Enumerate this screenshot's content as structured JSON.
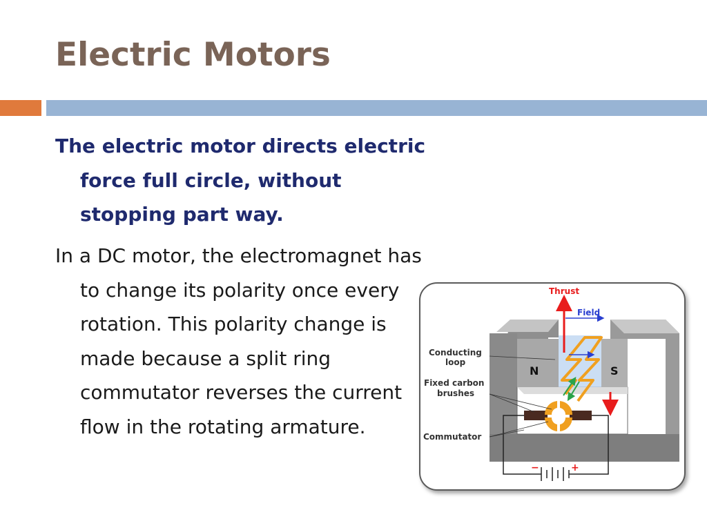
{
  "slide": {
    "title": "Electric Motors",
    "paragraph1": "The electric motor directs electric force full circle, without stopping part way.",
    "paragraph2": "In a DC motor, the electromagnet has to change its polarity once every rotation. This polarity change is made because a split ring commutator reverses the current flow in the rotating armature."
  },
  "figure": {
    "labels": {
      "thrust": "Thrust",
      "field": "Field",
      "conducting_loop_1": "Conducting",
      "conducting_loop_2": "loop",
      "brushes_1": "Fixed carbon",
      "brushes_2": "brushes",
      "commutator": "Commutator",
      "north": "N",
      "south": "S",
      "minus": "−",
      "plus": "+"
    }
  },
  "colors": {
    "title": "#7a6457",
    "heading_text": "#1f2a6e",
    "body_text": "#1a1a1a",
    "accent_orange": "#e07a3c",
    "accent_blue": "#98b4d4"
  }
}
